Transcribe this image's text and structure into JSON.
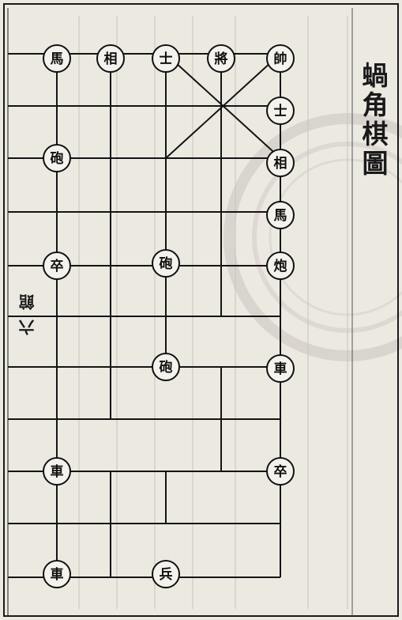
{
  "title": "蝸角棋圖",
  "board_label": "六館",
  "pieces": {
    "p1": "帥",
    "p2": "士",
    "p3": "相",
    "p4": "馬",
    "p5": "炮",
    "p6": "車",
    "p7": "卒",
    "p8": "將",
    "p9": "士",
    "p10": "相",
    "p11": "馬",
    "p12": "砲",
    "p13": "砲",
    "p14": "卒",
    "p15": "砲",
    "p16": "車",
    "p17": "兵"
  },
  "colors": {
    "paper": "#ece9e1",
    "ink": "#141414",
    "seal": "#c9c2c0"
  }
}
